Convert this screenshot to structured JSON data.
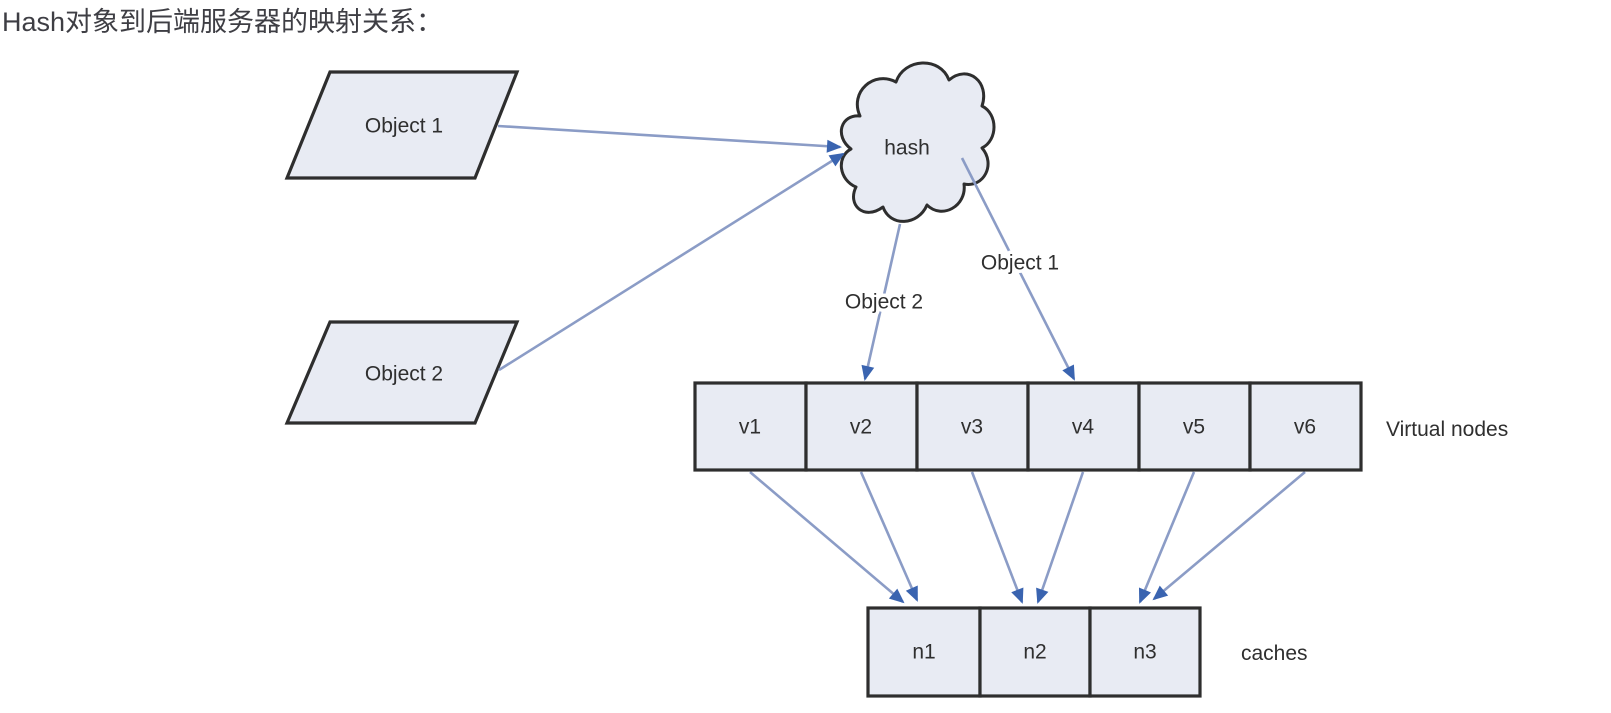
{
  "title": "Hash对象到后端服务器的映射关系：",
  "diagram": {
    "objects": [
      "Object 1",
      "Object 2"
    ],
    "hash_node": "hash",
    "virtual_nodes": {
      "caption": "Virtual nodes",
      "items": [
        "v1",
        "v2",
        "v3",
        "v4",
        "v5",
        "v6"
      ]
    },
    "caches": {
      "caption": "caches",
      "items": [
        "n1",
        "n2",
        "n3"
      ]
    },
    "edges": [
      {
        "from": "Object 1",
        "to": "hash"
      },
      {
        "from": "Object 2",
        "to": "hash"
      },
      {
        "from": "hash",
        "to": "v2",
        "label": "Object 2"
      },
      {
        "from": "hash",
        "to": "v4",
        "label": "Object 1"
      },
      {
        "from": "v1",
        "to": "n1"
      },
      {
        "from": "v2",
        "to": "n1"
      },
      {
        "from": "v3",
        "to": "n2"
      },
      {
        "from": "v4",
        "to": "n2"
      },
      {
        "from": "v5",
        "to": "n3"
      },
      {
        "from": "v6",
        "to": "n3"
      }
    ],
    "colors": {
      "shape_fill": "#e8ebf3",
      "shape_border": "#2e2e2e",
      "arrow_line": "#8b9cc6",
      "arrow_head": "#3a64b0",
      "label_text": "#2f2f2f",
      "title_text": "#3e3e44",
      "background": "#ffffff"
    }
  }
}
